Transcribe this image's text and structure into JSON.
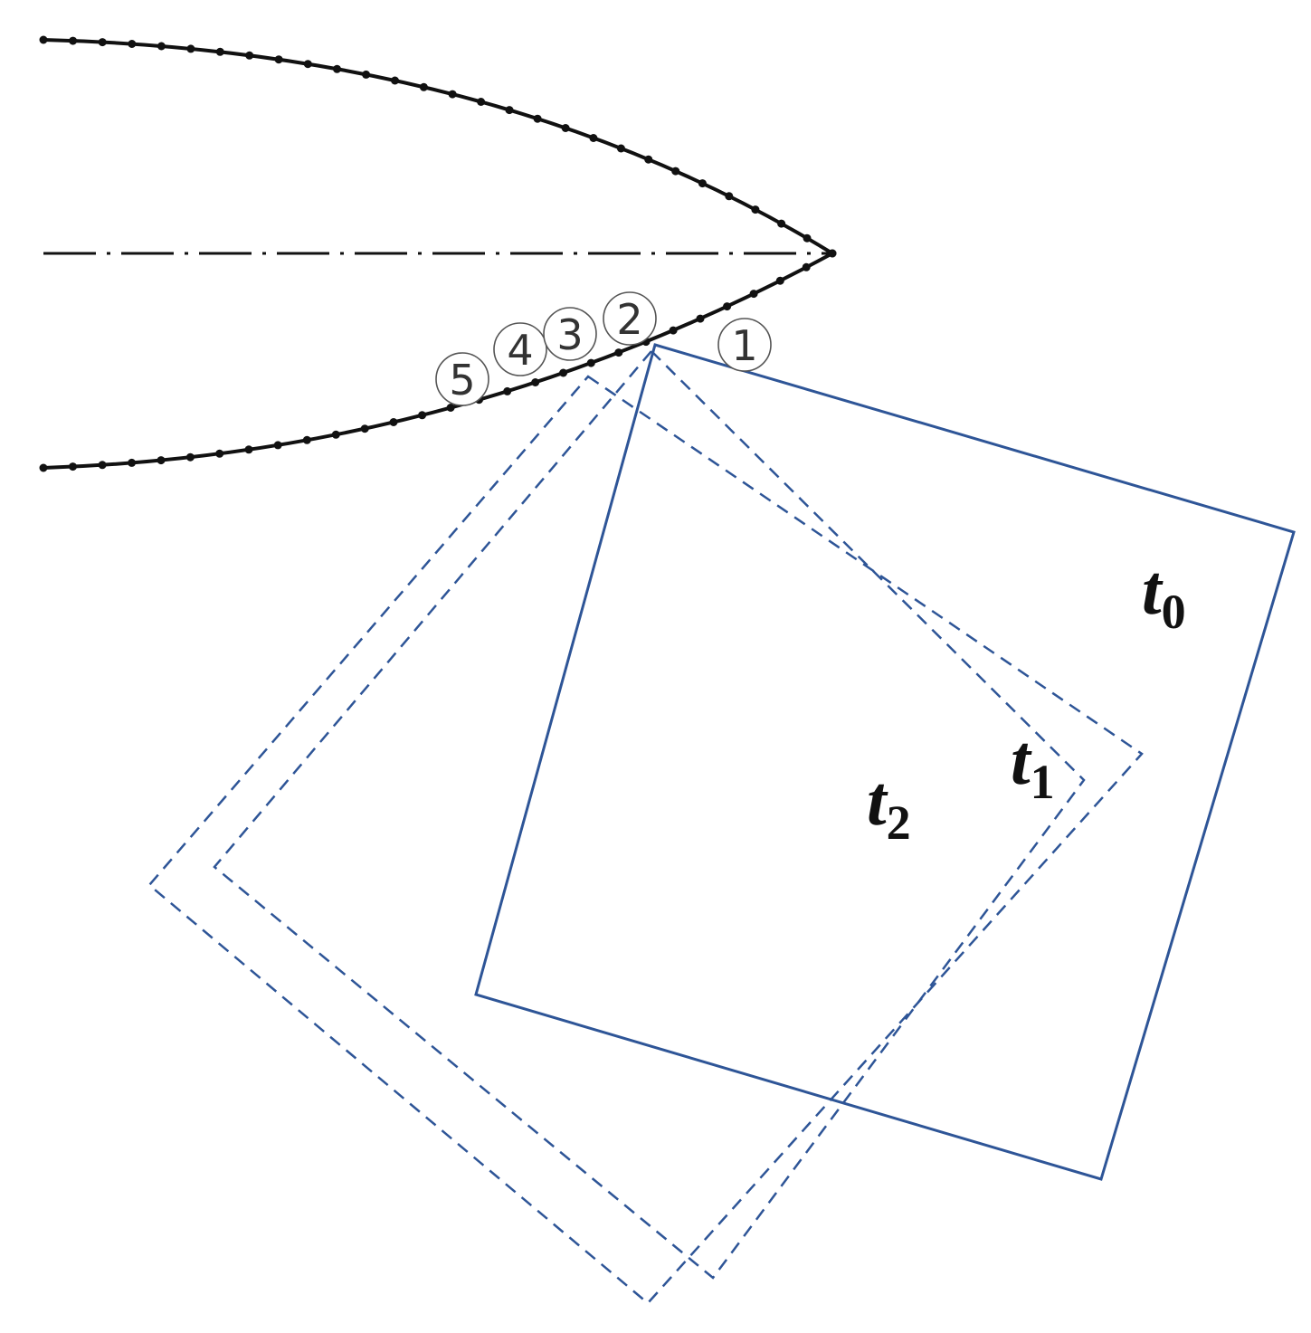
{
  "markers": [
    "1",
    "2",
    "3",
    "4",
    "5"
  ],
  "labels": {
    "t0": {
      "base": "t",
      "sub": "0"
    },
    "t1": {
      "base": "t",
      "sub": "1"
    },
    "t2": {
      "base": "t",
      "sub": "2"
    }
  },
  "colors": {
    "hull": "#111111",
    "box": "#2e5597",
    "marker_ring": "#555555"
  }
}
